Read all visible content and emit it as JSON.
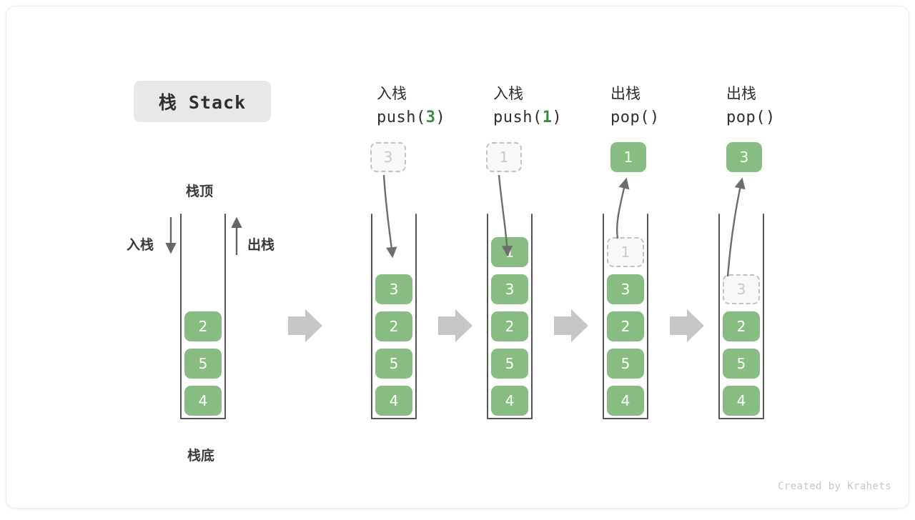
{
  "title": {
    "text": "栈 Stack"
  },
  "labels": {
    "top": "栈顶",
    "bottom": "栈底",
    "push": "入栈",
    "pop": "出栈"
  },
  "colors": {
    "element": "#88bd81",
    "ghost_fill": "#f8f8f8",
    "ghost_border": "#c2c2c2",
    "arrow": "#666666",
    "step_arrow": "#c6c6c6",
    "accent_text": "#3a8c43",
    "chip_bg": "#e8e8e8"
  },
  "stages": [
    {
      "name": "initial",
      "header_cn": "",
      "header_code_prefix": "",
      "header_code_arg": "",
      "header_code_suffix": "",
      "cells": [
        "4",
        "5",
        "2"
      ],
      "ghost_index": -1,
      "float": null
    },
    {
      "name": "push-3",
      "header_cn": "入栈",
      "header_code_prefix": "push(",
      "header_code_arg": "3",
      "header_code_suffix": ")",
      "cells": [
        "4",
        "5",
        "2",
        "3"
      ],
      "ghost_index": -1,
      "float": {
        "value": "3",
        "style": "ghost"
      }
    },
    {
      "name": "push-1",
      "header_cn": "入栈",
      "header_code_prefix": "push(",
      "header_code_arg": "1",
      "header_code_suffix": ")",
      "cells": [
        "4",
        "5",
        "2",
        "3",
        "1"
      ],
      "ghost_index": -1,
      "float": {
        "value": "1",
        "style": "ghost"
      }
    },
    {
      "name": "pop-1",
      "header_cn": "出栈",
      "header_code_prefix": "pop(",
      "header_code_arg": "",
      "header_code_suffix": ")",
      "cells": [
        "4",
        "5",
        "2",
        "3",
        "1"
      ],
      "ghost_index": 4,
      "float": {
        "value": "1",
        "style": "solid"
      }
    },
    {
      "name": "pop-3",
      "header_cn": "出栈",
      "header_code_prefix": "pop(",
      "header_code_arg": "",
      "header_code_suffix": ")",
      "cells": [
        "4",
        "5",
        "2",
        "3"
      ],
      "ghost_index": 3,
      "float": {
        "value": "3",
        "style": "solid"
      }
    }
  ],
  "credit": "Created by Krahets"
}
